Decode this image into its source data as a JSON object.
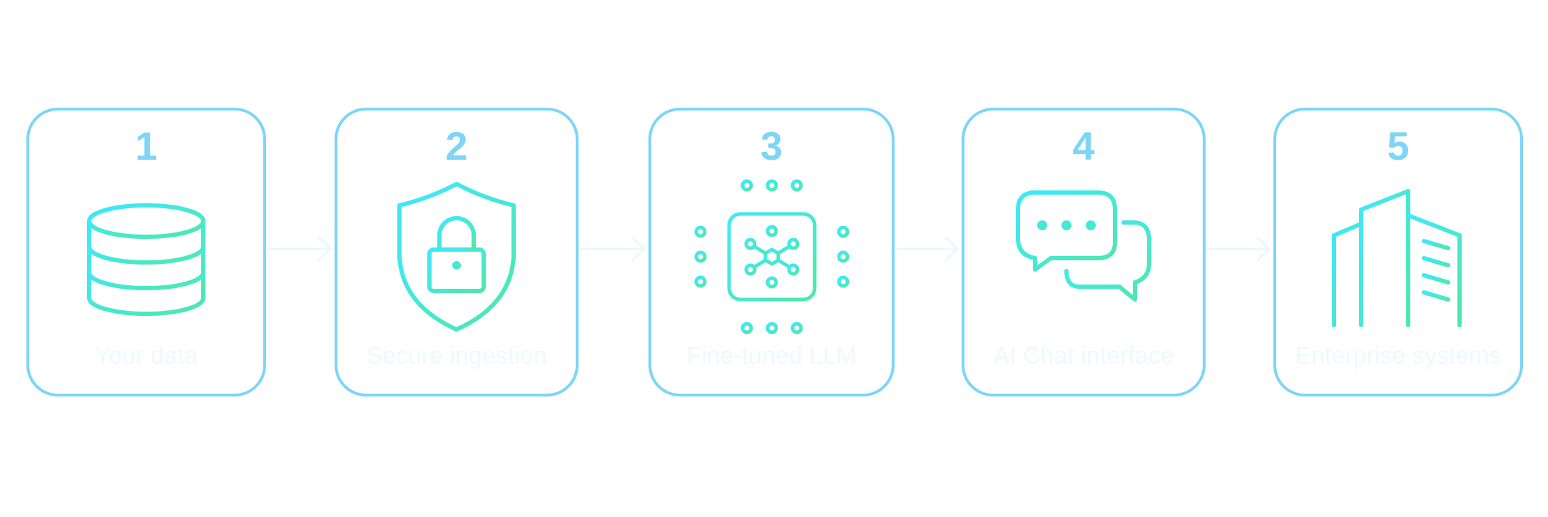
{
  "steps": [
    {
      "number": "1",
      "label": "Your data",
      "icon": "database-icon"
    },
    {
      "number": "2",
      "label": "Secure ingestion",
      "icon": "shield-lock-icon"
    },
    {
      "number": "3",
      "label": "Fine-tuned LLM",
      "icon": "chip-icon"
    },
    {
      "number": "4",
      "label": "AI Chat interface",
      "icon": "chat-bubbles-icon"
    },
    {
      "number": "5",
      "label": "Enterprise systems",
      "icon": "building-icon"
    }
  ],
  "colors": {
    "box_border": "#7dd5f7",
    "number": "#7dd5f7",
    "icon_gradient_start": "#3ee8ff",
    "icon_gradient_end": "#4ee8ab",
    "label": "#eef9fd",
    "arrow": "#e9f8fc"
  }
}
